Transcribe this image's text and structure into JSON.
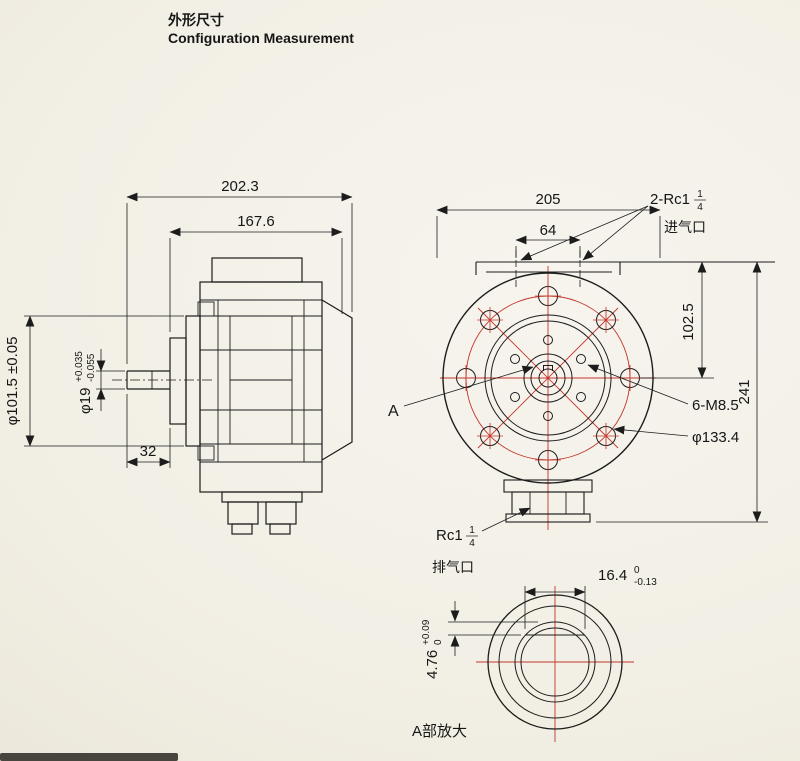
{
  "colors": {
    "background": "#f2efe5",
    "line": "#1c1c1c",
    "accent_red": "#c2362c"
  },
  "header": {
    "title_cn": "外形尺寸",
    "title_en": "Configuration  Measurement"
  },
  "side_view": {
    "dim_overall_length": "202.3",
    "dim_body_length": "167.6",
    "dim_flange_diameter": "φ101.5 ±0.05",
    "shaft_diameter": "φ19",
    "shaft_tol_upper": "+0.035",
    "shaft_tol_lower": "-0.055",
    "dim_shaft_length": "32"
  },
  "front_view": {
    "dim_overall_width": "205",
    "dim_port_spacing": "64",
    "intake_label": "2-Rc1",
    "intake_frac_num": "1",
    "intake_frac_den": "4",
    "intake_port_cn": "进气口",
    "dim_center_height": "102.5",
    "dim_overall_height": "241",
    "bolt_holes_label": "6-M8.5",
    "dim_bolt_circle": "φ133.4",
    "detail_marker": "A",
    "exhaust_label": "Rc1",
    "exhaust_frac_num": "1",
    "exhaust_frac_den": "4",
    "exhaust_port_cn": "排气口"
  },
  "detail_view": {
    "keyway_width": "16.4",
    "keyway_width_tol_upper": "0",
    "keyway_width_tol_lower": "-0.13",
    "keyway_depth": "4.76",
    "keyway_depth_tol_upper": "+0.09",
    "keyway_depth_tol_lower": "0",
    "title": "A部放大"
  }
}
